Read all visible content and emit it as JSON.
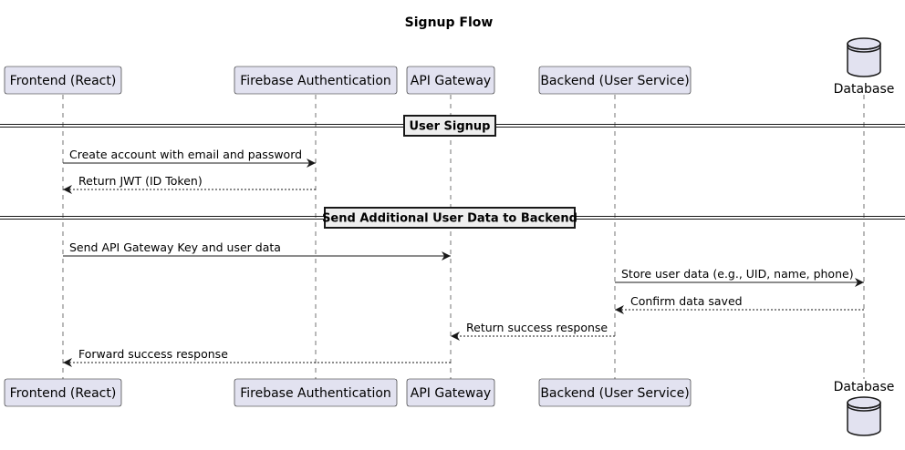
{
  "title": "Signup Flow",
  "participants": [
    {
      "id": "frontend",
      "label": "Frontend (React)",
      "kind": "box"
    },
    {
      "id": "firebase",
      "label": "Firebase Authentication",
      "kind": "box"
    },
    {
      "id": "gateway",
      "label": "API Gateway",
      "kind": "box"
    },
    {
      "id": "backend",
      "label": "Backend (User Service)",
      "kind": "box"
    },
    {
      "id": "database",
      "label": "Database",
      "kind": "database-icon"
    }
  ],
  "dividers": [
    {
      "label": "User Signup"
    },
    {
      "label": "Send Additional User Data to Backend"
    }
  ],
  "messages": [
    {
      "from": "frontend",
      "to": "firebase",
      "label": "Create account with email and password",
      "style": "solid"
    },
    {
      "from": "firebase",
      "to": "frontend",
      "label": "Return JWT (ID Token)",
      "style": "dashed"
    },
    {
      "from": "frontend",
      "to": "gateway",
      "label": "Send API Gateway Key and user data",
      "style": "solid"
    },
    {
      "from": "backend",
      "to": "database",
      "label": "Store user data (e.g., UID, name, phone)",
      "style": "solid"
    },
    {
      "from": "database",
      "to": "backend",
      "label": "Confirm data saved",
      "style": "dashed"
    },
    {
      "from": "backend",
      "to": "gateway",
      "label": "Return success response",
      "style": "dashed"
    },
    {
      "from": "gateway",
      "to": "frontend",
      "label": "Forward success response",
      "style": "dashed"
    }
  ],
  "colors": {
    "participant_fill": "#E2E2F0",
    "participant_border": "#181818",
    "lifeline": "#181818",
    "divider_fill": "#EEEEEE",
    "line": "#181818"
  }
}
